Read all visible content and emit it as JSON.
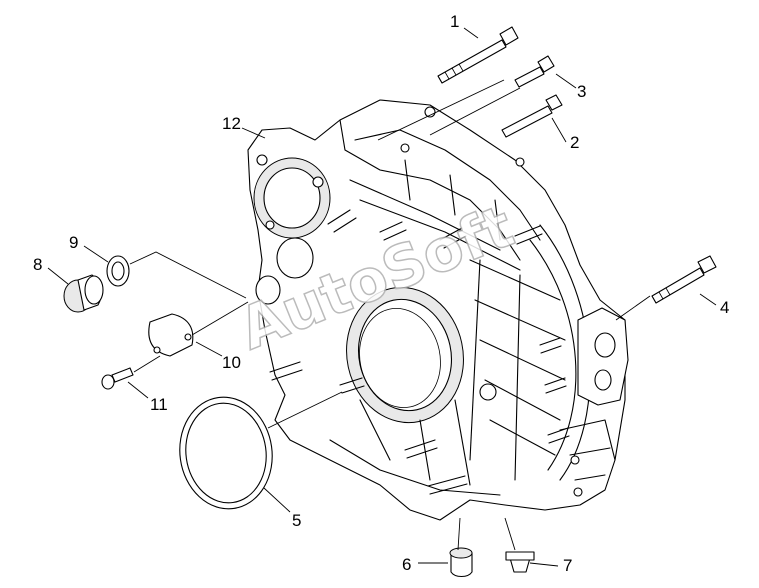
{
  "watermark": "AutoSoft",
  "callouts": [
    {
      "number": "1"
    },
    {
      "number": "2"
    },
    {
      "number": "3"
    },
    {
      "number": "4"
    },
    {
      "number": "5"
    },
    {
      "number": "6"
    },
    {
      "number": "7"
    },
    {
      "number": "8"
    },
    {
      "number": "9"
    },
    {
      "number": "10"
    },
    {
      "number": "11"
    },
    {
      "number": "12"
    }
  ]
}
